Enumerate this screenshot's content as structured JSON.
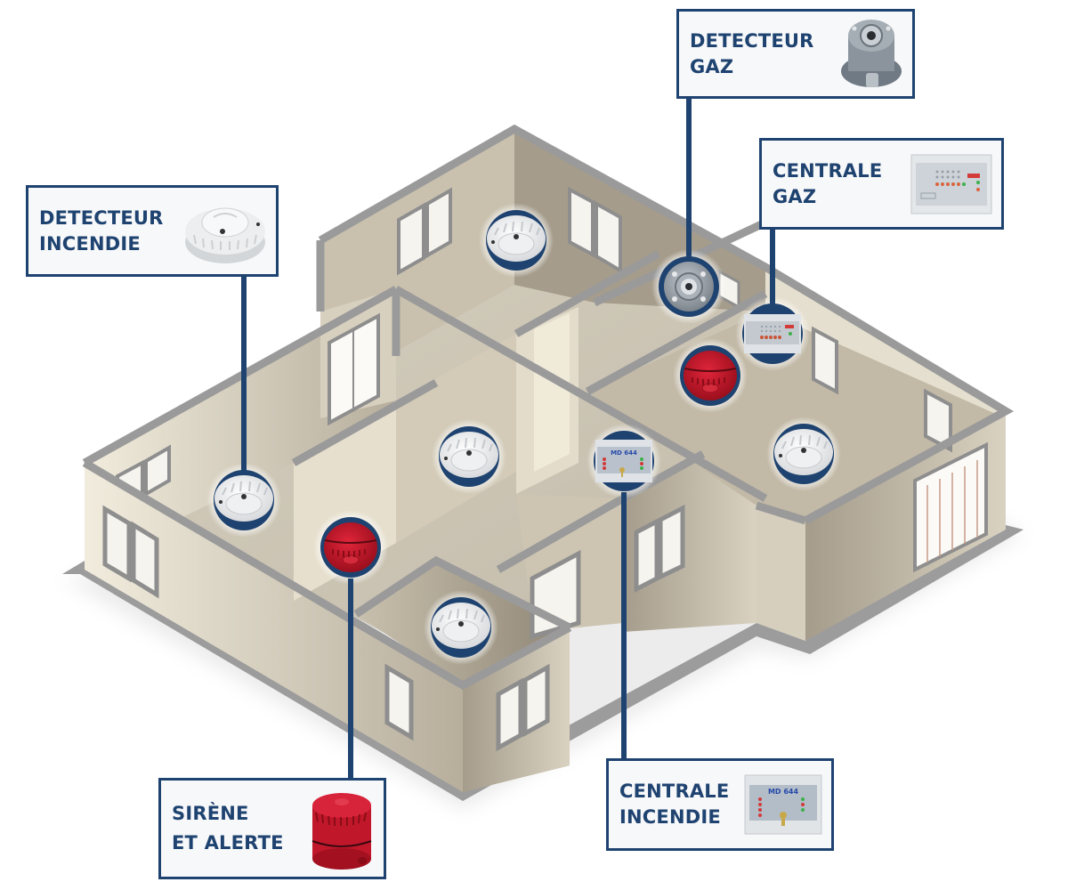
{
  "diagram": {
    "subject": "Isometric house cutaway showing fire and gas safety equipment",
    "colors": {
      "callout_border": "#1f4370",
      "callout_text": "#1f4370",
      "marker_ring": "#1f4370",
      "wall_light": "#ddd6c6",
      "wall_dark": "#a89f8f",
      "wall_top": "#9a9a9a",
      "siren_red": "#c0182a"
    },
    "callouts": [
      {
        "id": "detecteur-gaz",
        "lines": [
          "DETECTEUR",
          "GAZ"
        ],
        "device": "gas-detector"
      },
      {
        "id": "centrale-gaz",
        "lines": [
          "CENTRALE",
          "GAZ"
        ],
        "device": "gas-control-panel"
      },
      {
        "id": "detecteur-incendie",
        "lines": [
          "DETECTEUR",
          "INCENDIE"
        ],
        "device": "fire-detector"
      },
      {
        "id": "sirene-alerte",
        "lines": [
          "SIRÈNE",
          "ET ALERTE"
        ],
        "device": "siren"
      },
      {
        "id": "centrale-incendie",
        "lines": [
          "CENTRALE",
          "INCENDIE"
        ],
        "device": "fire-control-panel",
        "panel_label": "MD 644"
      }
    ],
    "markers": [
      {
        "device": "fire-detector",
        "room": "top-room"
      },
      {
        "device": "gas-detector",
        "room": "kitchen"
      },
      {
        "device": "gas-control-panel",
        "room": "kitchen"
      },
      {
        "device": "siren",
        "room": "hall"
      },
      {
        "device": "fire-detector",
        "room": "right-room"
      },
      {
        "device": "fire-detector",
        "room": "living-room"
      },
      {
        "device": "fire-control-panel",
        "room": "entrance",
        "panel_label": "MD 644"
      },
      {
        "device": "fire-detector",
        "room": "left-room"
      },
      {
        "device": "siren",
        "room": "left-room"
      },
      {
        "device": "fire-detector",
        "room": "bathroom"
      }
    ]
  }
}
